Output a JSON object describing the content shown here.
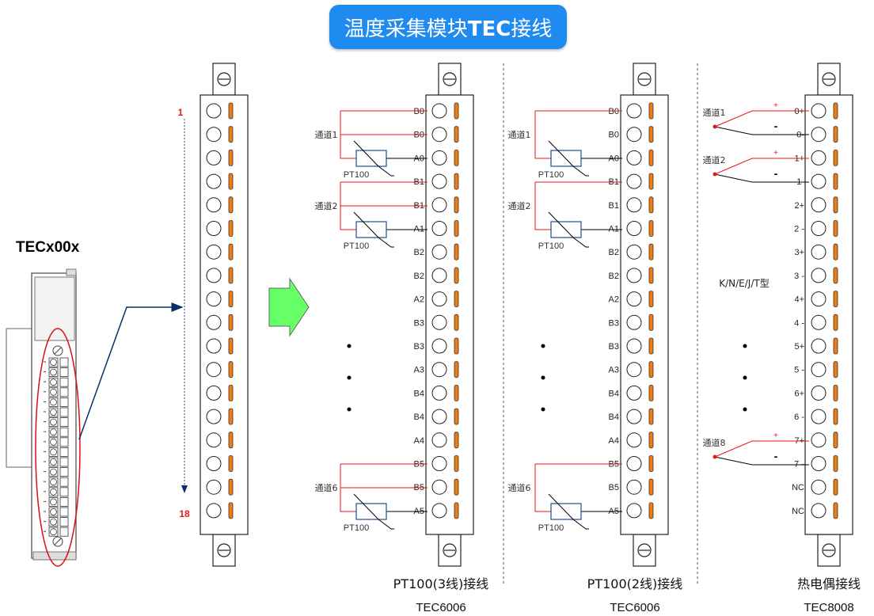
{
  "title": {
    "cn": "温度采集模块",
    "bold": "TEC",
    "suffix": "接线"
  },
  "device": {
    "name": "TECx00x"
  },
  "overview_strip": {
    "start_label": "1",
    "end_label": "18",
    "terminal_count": 18
  },
  "panels": [
    {
      "id": "pt100-3wire",
      "caption": "PT100(3线)接线",
      "model": "TEC6006",
      "terminals": [
        "B0",
        "B0",
        "A0",
        "B1",
        "B1",
        "A1",
        "B2",
        "B2",
        "A2",
        "B3",
        "B3",
        "A3",
        "B4",
        "B4",
        "A4",
        "B5",
        "B5",
        "A5"
      ],
      "channels": [
        {
          "label": "通道1",
          "sensor": "PT100"
        },
        {
          "label": "通道2",
          "sensor": "PT100"
        },
        {
          "label": "通道6",
          "sensor": "PT100"
        }
      ]
    },
    {
      "id": "pt100-2wire",
      "caption": "PT100(2线)接线",
      "model": "TEC6006",
      "terminals": [
        "B0",
        "B0",
        "A0",
        "B1",
        "B1",
        "A1",
        "B2",
        "B2",
        "A2",
        "B3",
        "B3",
        "A3",
        "B4",
        "B4",
        "A4",
        "B5",
        "B5",
        "A5"
      ],
      "channels": [
        {
          "label": "通道1",
          "sensor": "PT100"
        },
        {
          "label": "通道2",
          "sensor": "PT100"
        },
        {
          "label": "通道6",
          "sensor": "PT100"
        }
      ]
    },
    {
      "id": "thermocouple",
      "caption": "热电偶接线",
      "model": "TEC8008",
      "terminals": [
        "0+",
        "0-",
        "1+",
        "1-",
        "2+",
        "2 -",
        "3+",
        "3 -",
        "4+",
        "4 -",
        "5+",
        "5 -",
        "6+",
        "6 -",
        "7+",
        "7 -",
        "NC",
        "NC"
      ],
      "types_label": "K/N/E/J/T型",
      "channels": [
        {
          "label": "通道1",
          "plus": "+",
          "minus": "-"
        },
        {
          "label": "通道2",
          "plus": "+",
          "minus": "-"
        },
        {
          "label": "通道8",
          "plus": "+",
          "minus": "-"
        }
      ]
    }
  ],
  "colors": {
    "badge": "#1f8bf0",
    "wire": "#e8161c",
    "stripe": "#f07d10",
    "arrow_fill": "#66ff66",
    "link": "#0a2d6e",
    "oval": "#d81010",
    "sensor_box": "#1f4e8c"
  }
}
